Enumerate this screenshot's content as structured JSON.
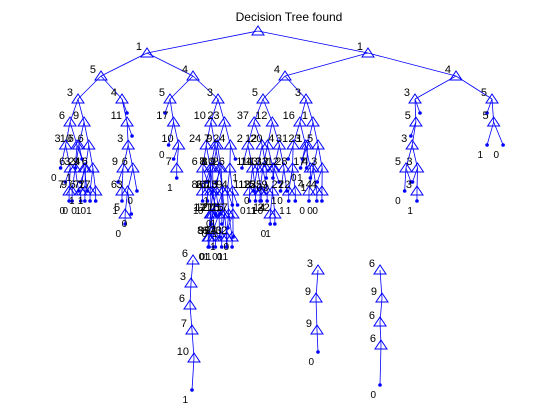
{
  "figure": {
    "title": "Decision Tree found",
    "line_color": "#0000ff",
    "marker_color": "#0000ff",
    "text_color": "#000000"
  },
  "tree": {
    "split_labels": [
      "1",
      "1",
      "5",
      "4",
      "4",
      "4",
      "3",
      "4",
      "5",
      "3",
      "5",
      "3",
      "3",
      "5",
      "6",
      "3",
      "6",
      "7",
      "10",
      "3",
      "9",
      "9",
      "6",
      "9",
      "6",
      "6",
      "24",
      "7",
      "6",
      "7",
      "17",
      "11",
      "3",
      "9",
      "6",
      "6",
      "3",
      "5",
      "17",
      "10",
      "7",
      "10",
      "24",
      "6",
      "8",
      "8",
      "6",
      "7",
      "7",
      "6",
      "2",
      "10",
      "7",
      "17",
      "9",
      "9",
      "27",
      "5",
      "11",
      "23",
      "9",
      "8",
      "21",
      "17",
      "8",
      "6",
      "9",
      "13",
      "15",
      "14",
      "20",
      "24",
      "26",
      "9",
      "6",
      "3",
      "2",
      "4",
      "17",
      "37",
      "2",
      "11",
      "11",
      "13",
      "12",
      "14",
      "22",
      "13",
      "12",
      "20",
      "13",
      "15",
      "35",
      "33",
      "4",
      "12",
      "9",
      "14",
      "22",
      "12",
      "16",
      "31",
      "28",
      "27",
      "22",
      "23",
      "17"
    ],
    "leaf_labels": [
      "0",
      "0",
      "0",
      "1",
      "1",
      "0",
      "1",
      "1",
      "0",
      "1",
      "1",
      "0",
      "0",
      "0",
      "0",
      "1",
      "1",
      "0",
      "1",
      "0",
      "0",
      "1",
      "1",
      "1",
      "0",
      "1",
      "0",
      "1",
      "0",
      "1",
      "0",
      "1",
      "0",
      "1",
      "0",
      "1",
      "0",
      "1",
      "0",
      "1"
    ]
  }
}
